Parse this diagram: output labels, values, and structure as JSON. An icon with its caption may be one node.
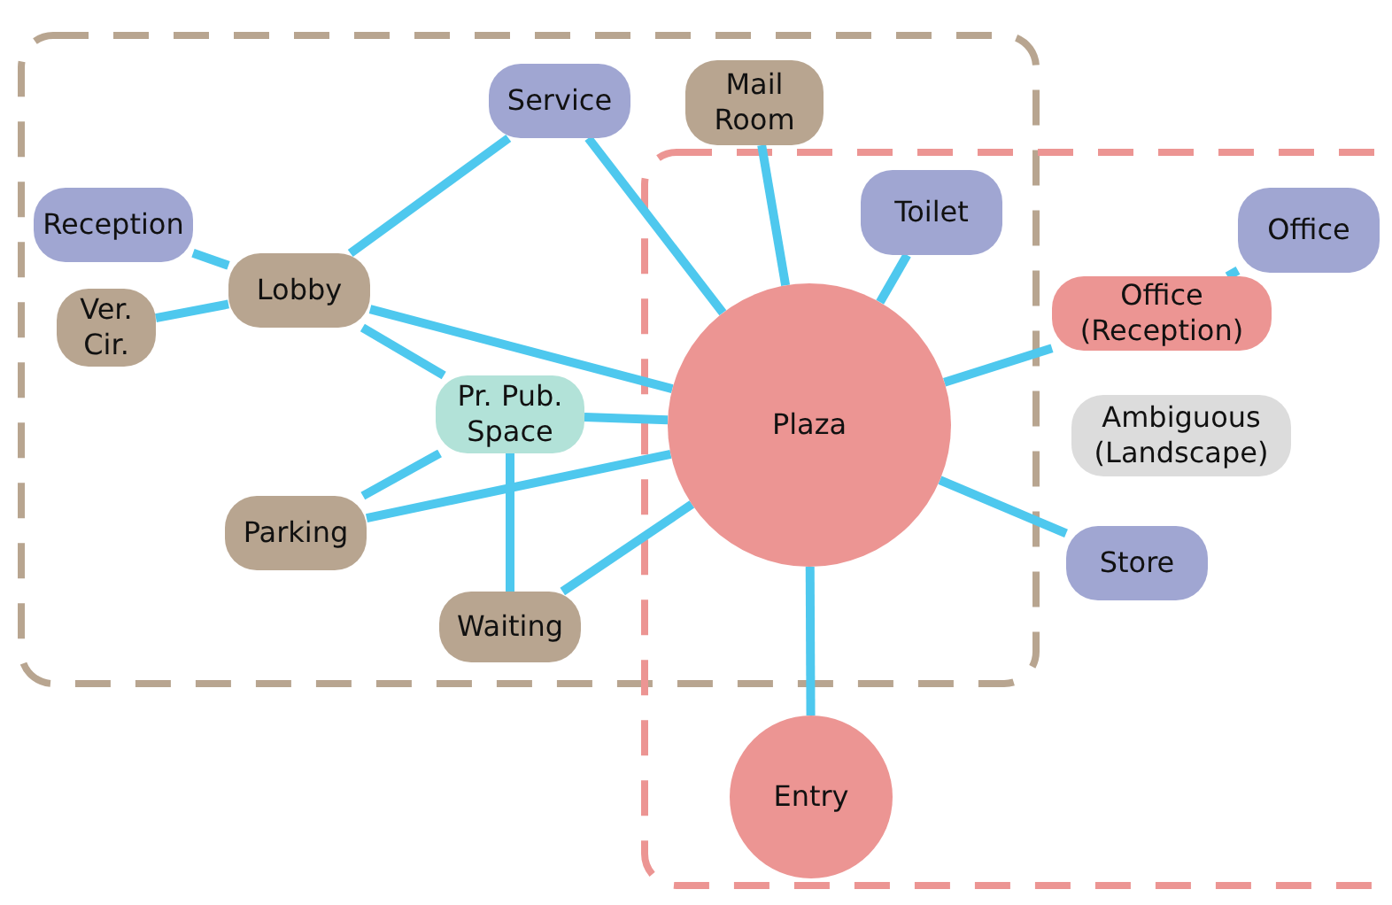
{
  "diagram": {
    "nodes": [
      {
        "text": [
          "Service"
        ]
      },
      {
        "text": [
          "Mail Room"
        ]
      },
      {
        "text": [
          "Reception"
        ]
      },
      {
        "text": [
          "Toilet"
        ]
      },
      {
        "text": [
          "Office"
        ]
      },
      {
        "text": [
          "Lobby"
        ]
      },
      {
        "text": [
          "Ver. Cir."
        ]
      },
      {
        "text": [
          "Office (Reception)"
        ]
      },
      {
        "text": [
          "Pr. Pub. Space"
        ]
      },
      {
        "text": [
          "Plaza"
        ]
      },
      {
        "text": [
          "Ambiguous (Landscape)"
        ]
      },
      {
        "text": [
          "Parking"
        ]
      },
      {
        "text": [
          "Store"
        ]
      },
      {
        "text": [
          "Waiting"
        ]
      },
      {
        "text": [
          "Entry"
        ]
      }
    ],
    "edges": [
      {
        "from": 0,
        "to": 5,
        "arrow": "none"
      },
      {
        "from": 0,
        "to": 9,
        "arrow": "none"
      },
      {
        "from": 1,
        "to": 9,
        "arrow": "none"
      },
      {
        "from": 3,
        "to": 9,
        "arrow": "none"
      },
      {
        "from": 4,
        "to": 7,
        "arrow": "none"
      },
      {
        "from": 7,
        "to": 9,
        "arrow": "none"
      },
      {
        "from": 2,
        "to": 5,
        "arrow": "none"
      },
      {
        "from": 6,
        "to": 5,
        "arrow": "none"
      },
      {
        "from": 5,
        "to": 9,
        "arrow": "none"
      },
      {
        "from": 5,
        "to": 8,
        "arrow": "none"
      },
      {
        "from": 8,
        "to": 9,
        "arrow": "none"
      },
      {
        "from": 8,
        "to": 11,
        "arrow": "none"
      },
      {
        "from": 8,
        "to": 13,
        "arrow": "none"
      },
      {
        "from": 11,
        "to": 9,
        "arrow": "none"
      },
      {
        "from": 13,
        "to": 9,
        "arrow": "none"
      },
      {
        "from": 9,
        "to": 12,
        "arrow": "none"
      },
      {
        "from": 9,
        "to": 14,
        "arrow": "none"
      }
    ]
  }
}
